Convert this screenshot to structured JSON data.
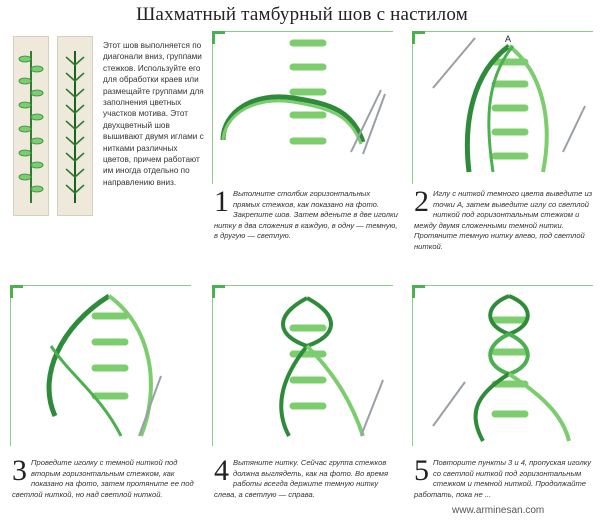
{
  "title": "Шахматный тамбурный шов с настилом",
  "intro": "Этот шов выполняется по диагонали вниз, группами стежков. Используйте его для обработки краев или размещайте группами для заполнения цветных участков мотива. Этот двухцветный шов вышивают двумя иглами с нитками различных цветов, причем работают им иногда отдельно по направлению вниз.",
  "steps": [
    {
      "number": "1",
      "text": "Выполните столбик горизонтальных прямых стежков, как показано на фото. Закрепите шов. Затем вденьте в две иголки нитку в два сложения в каждую, в одну — темную, в другую — светлую."
    },
    {
      "number": "2",
      "text": "Иглу с ниткой темного цвета выведите из точки A, затем выведите иглу со светлой ниткой под горизонтальным стежком и между двумя сложенными темной нитки. Протяните темную нитку влево, под светлой ниткой."
    },
    {
      "number": "3",
      "text": "Проведите иголку с темной ниткой под вторым горизонтальным стежком, как показано на фото, затем протяните ее под светлой ниткой, но над светлой ниткой."
    },
    {
      "number": "4",
      "text": "Вытяните нитку. Сейчас группа стежков должна выглядеть, как на фото. Во время работы всегда держите темную нитку слева, а светлую — справа."
    },
    {
      "number": "5",
      "text": "Повторите пункты 3 и 4, пропуская иголку со светлой ниткой под горизонтальным стежком и темной ниткой. Продолжайте работать, пока не ..."
    }
  ],
  "point_label": "A",
  "watermark": "www.arminesan.com",
  "colors": {
    "thread_light": "#7ccd6e",
    "thread_dark": "#2e8b3a",
    "needle": "#9aa0a6",
    "frame": "#4caf50"
  }
}
